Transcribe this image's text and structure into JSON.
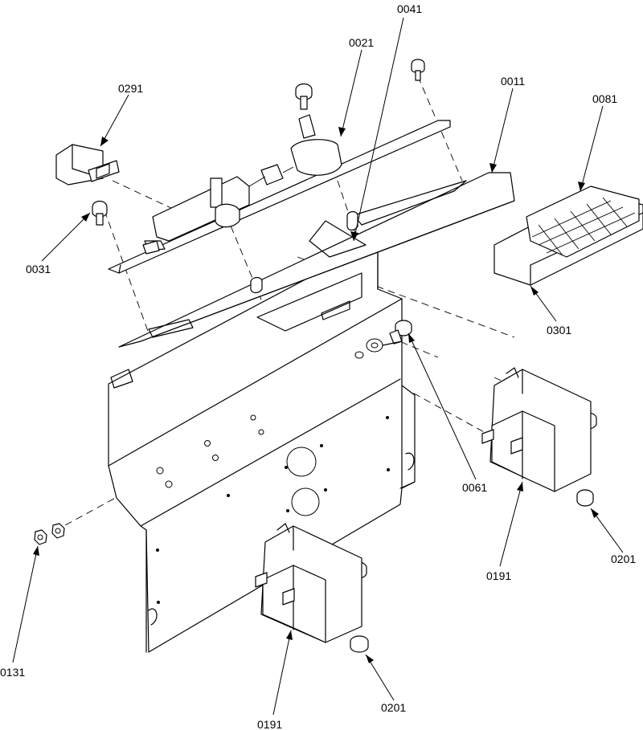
{
  "callouts": {
    "c0011": "0011",
    "c0021": "0021",
    "c0031": "0031",
    "c0041": "0041",
    "c0061": "0061",
    "c0081": "0081",
    "c0131": "0131",
    "c0191a": "0191",
    "c0191b": "0191",
    "c0201a": "0201",
    "c0201b": "0201",
    "c0291": "0291",
    "c0301": "0301"
  },
  "colors": {
    "ink": "#000000",
    "paper": "#ffffff"
  }
}
